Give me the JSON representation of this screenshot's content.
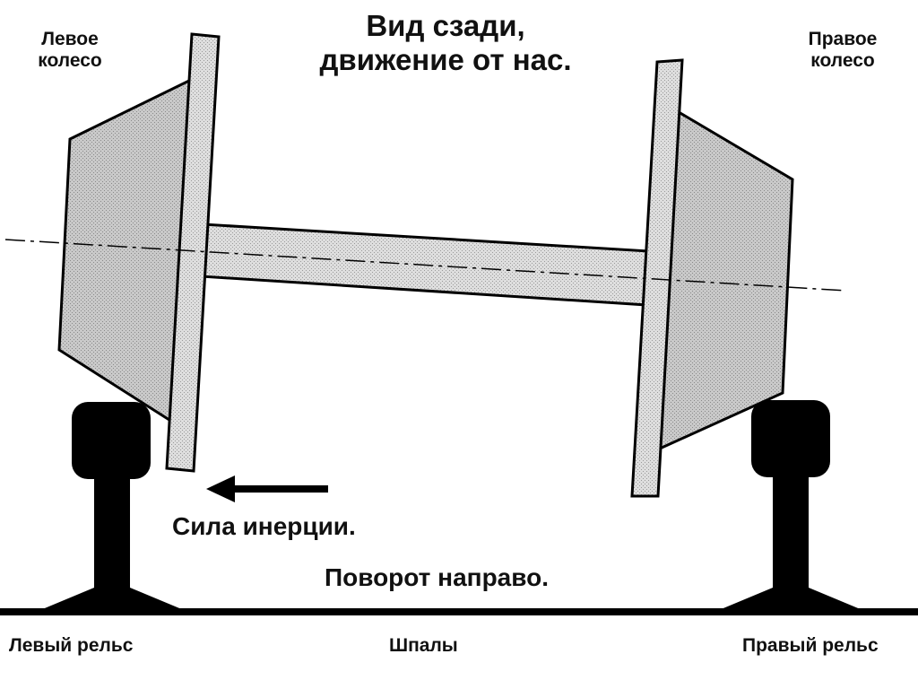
{
  "title": {
    "line1": "Вид сзади,",
    "line2": "движение от нас."
  },
  "labels": {
    "left_wheel_line1": "Левое",
    "left_wheel_line2": "колесо",
    "right_wheel_line1": "Правое",
    "right_wheel_line2": "колесо",
    "inertia_force": "Сила инерции.",
    "turn": "Поворот направо.",
    "left_rail": "Левый рельс",
    "sleepers": "Шпалы",
    "right_rail": "Правый рельс"
  },
  "colors": {
    "outline": "#000000",
    "wheel_fill": "#c4c4c4",
    "flange_fill": "#dcdcdc",
    "axle_fill": "#e0e0e0",
    "rail": "#000000"
  }
}
